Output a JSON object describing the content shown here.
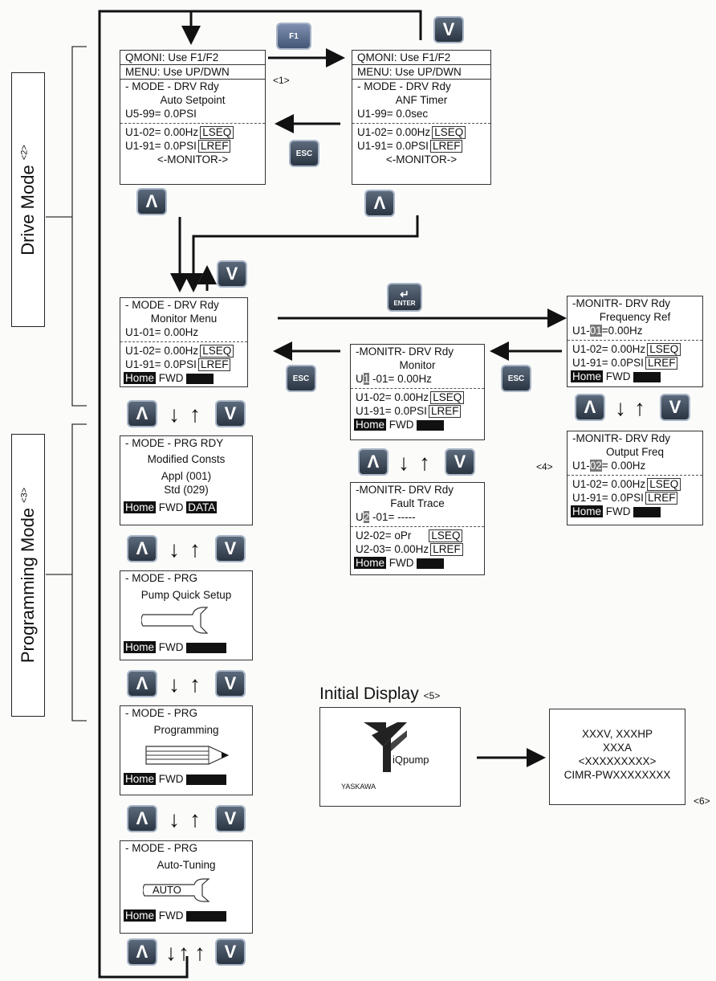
{
  "drive_mode": {
    "label": "Drive Mode",
    "note": "<2>"
  },
  "programming_mode": {
    "label": "Programming Mode",
    "note": "<3>"
  },
  "notes": {
    "n1": "<1>",
    "n4": "<4>",
    "n6": "<6>"
  },
  "keys": {
    "f1": "F1",
    "up": "Λ",
    "down": "V",
    "esc": "ESC",
    "enter": "ENTER"
  },
  "screens": {
    "auto_setpoint": {
      "l1": "QMONI: Use F1/F2",
      "l2": "MENU: Use UP/DWN",
      "l3": "- MODE -   DRV  Rdy",
      "l4": "Auto Setpoint",
      "l5": "U5-99=  0.0PSI",
      "l6": "U1-02= 0.00Hz",
      "l6tag": "LSEQ",
      "l7": "U1-91= 0.0PSI",
      "l7tag": "LREF",
      "l8": "<-MONITOR->"
    },
    "anf_timer": {
      "l1": "QMONI: Use F1/F2",
      "l2": "MENU: Use UP/DWN",
      "l3": "- MODE -   DRV  Rdy",
      "l4": "ANF Timer",
      "l5": "U1-99=  0.0sec",
      "l6": "U1-02= 0.00Hz",
      "l6tag": "LSEQ",
      "l7": "U1-91= 0.0PSI",
      "l7tag": "LREF",
      "l8": "<-MONITOR->"
    },
    "monitor_menu": {
      "l1": "- MODE -   DRV  Rdy",
      "l2": "Monitor Menu",
      "l3": "U1-01=  0.00Hz",
      "l4": "U1-02= 0.00Hz",
      "l4tag": "LSEQ",
      "l5": "U1-91= 0.0PSI",
      "l5tag": "LREF",
      "home": "Home",
      "fwd": "FWD"
    },
    "monitor": {
      "l1": "-MONITR-   DRV  Rdy",
      "l2": "Monitor",
      "l3a": "U",
      "l3h": "1",
      "l3b": " -01=  0.00Hz",
      "l4": "U1-02= 0.00Hz",
      "l4tag": "LSEQ",
      "l5": "U1-91= 0.0PSI",
      "l5tag": "LREF",
      "home": "Home",
      "fwd": "FWD"
    },
    "fault_trace": {
      "l1": "-MONITR-   DRV  Rdy",
      "l2": "Fault Trace",
      "l3a": "U",
      "l3h": "2",
      "l3b": " -01=  -----",
      "l4": "U2-02=  oPr",
      "l4tag": "LSEQ",
      "l5": "U2-03= 0.00Hz",
      "l5tag": "LREF",
      "home": "Home",
      "fwd": "FWD"
    },
    "frequency_ref": {
      "l1": "-MONITR-   DRV  Rdy",
      "l2": "Frequency Ref",
      "l3a": "U1-",
      "l3h": "01",
      "l3b": "=0.00Hz",
      "l4": "U1-02= 0.00Hz",
      "l4tag": "LSEQ",
      "l5": "U1-91= 0.0PSI",
      "l5tag": "LREF",
      "home": "Home",
      "fwd": "FWD"
    },
    "output_freq": {
      "l1": "-MONITR-   DRV  Rdy",
      "l2": "Output Freq",
      "l3a": "U1-",
      "l3h": "02",
      "l3b": "=  0.00Hz",
      "l4": "U1-02= 0.00Hz",
      "l4tag": "LSEQ",
      "l5": "U1-91= 0.0PSI",
      "l5tag": "LREF",
      "home": "Home",
      "fwd": "FWD"
    },
    "modified_consts": {
      "l1": "- MODE -     PRG  RDY",
      "l2": "Modified Consts",
      "l3": "Appl (001)",
      "l4": "Std (029)",
      "home": "Home",
      "fwd": "FWD",
      "data": "DATA"
    },
    "pump_quick_setup": {
      "l1": "- MODE -         PRG",
      "l2": "Pump Quick Setup",
      "home": "Home",
      "fwd": "FWD"
    },
    "programming": {
      "l1": "- MODE -         PRG",
      "l2": "Programming",
      "home": "Home",
      "fwd": "FWD"
    },
    "auto_tuning": {
      "l1": "- MODE -     PRG",
      "l2": "Auto-Tuning",
      "auto": "AUTO",
      "home": "Home",
      "fwd": "FWD"
    }
  },
  "initial_display": {
    "title": "Initial Display",
    "note": "<5>",
    "logo_text": "iQpump",
    "brand": "YASKAWA",
    "info": [
      "XXXV, XXXHP",
      "XXXA",
      "<XXXXXXXXX>",
      "CIMR-PWXXXXXXXX"
    ]
  }
}
